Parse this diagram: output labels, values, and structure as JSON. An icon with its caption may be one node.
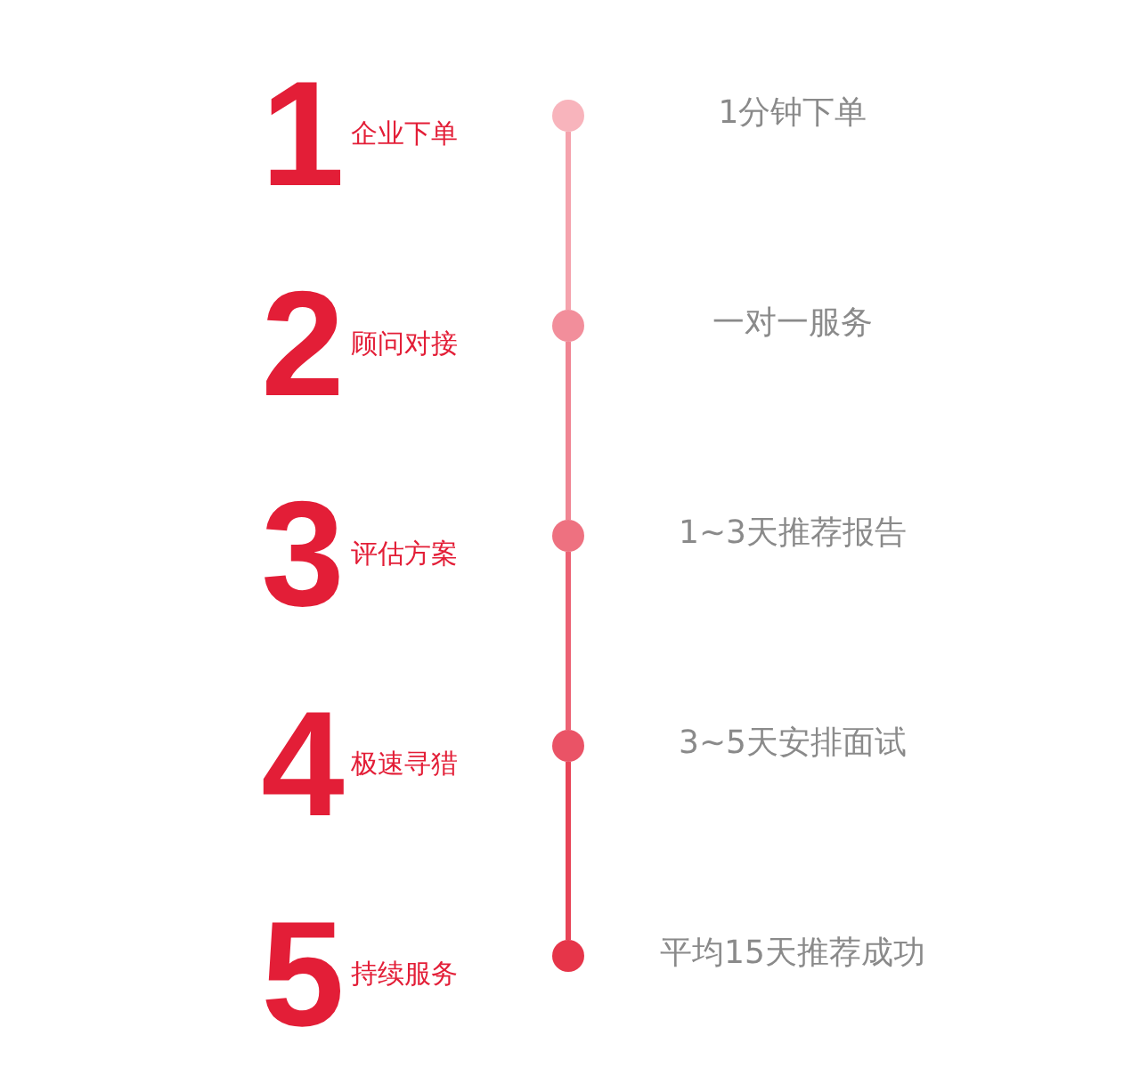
{
  "diagram": {
    "nodes": [
      {
        "text": [
          "1",
          "企业下单"
        ]
      },
      {
        "text": [],
        "shape": "circle"
      },
      {
        "text": [
          "2",
          "顾问对接"
        ]
      },
      {
        "text": [],
        "shape": "circle"
      },
      {
        "text": [
          "3",
          "评估方案"
        ]
      },
      {
        "text": [],
        "shape": "circle"
      },
      {
        "text": [
          "4",
          "极速寻猎"
        ]
      },
      {
        "text": [],
        "shape": "circle"
      },
      {
        "text": [
          "5",
          "持续服务"
        ]
      },
      {
        "text": [],
        "shape": "circle"
      }
    ],
    "edges": [
      {
        "from": 1,
        "to": 3,
        "arrow": "none",
        "color": "#f5a3ad"
      },
      {
        "from": 3,
        "to": 5,
        "arrow": "none",
        "color": "#f08593"
      },
      {
        "from": 5,
        "to": 7,
        "arrow": "none",
        "color": "#ec6274"
      },
      {
        "from": 7,
        "to": 9,
        "arrow": "none",
        "color": "#e84457"
      }
    ],
    "labels": [
      "1分钟下单",
      "一对一服务",
      "1~3天推荐报告",
      "3~5天安排面试",
      "平均15天推荐成功"
    ]
  }
}
